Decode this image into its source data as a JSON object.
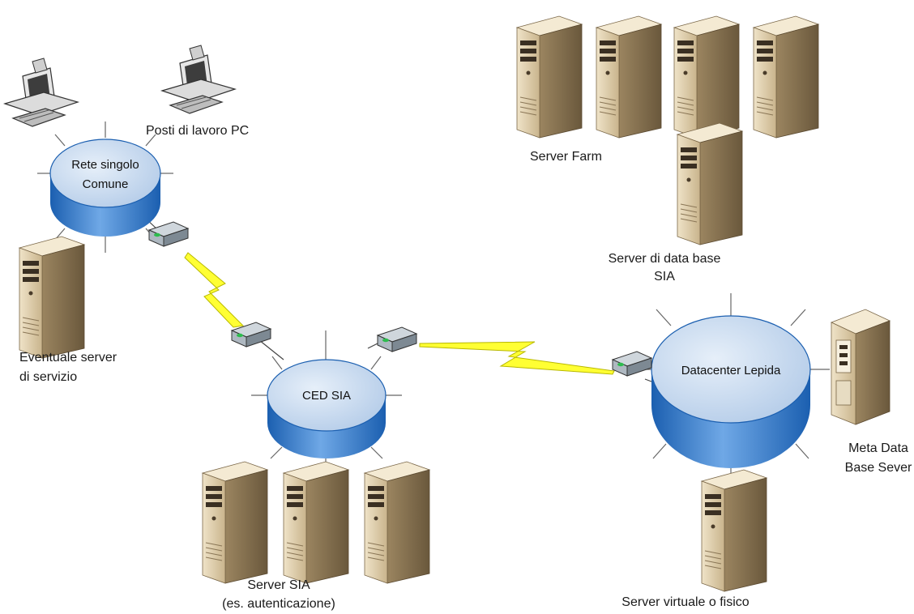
{
  "labels": {
    "posti_di_lavoro": "Posti di lavoro PC",
    "server_farm": "Server Farm",
    "server_db_line1": "Server di data base",
    "server_db_line2": "SIA",
    "eventuale_line1": "Eventuale server",
    "eventuale_line2": "di servizio",
    "server_sia_line1": "Server SIA",
    "server_sia_line2": "(es. autenticazione)",
    "meta_line1": "Meta Data",
    "meta_line2": "Base Sever",
    "server_virtuale": "Server virtuale o fisico"
  },
  "hubs": {
    "rete_line1": "Rete singolo",
    "rete_line2": "Comune",
    "ced": "CED SIA",
    "datacenter": "Datacenter Lepida"
  },
  "colors": {
    "hub_top": "#c7d9ef",
    "hub_side": "#2f7fd1",
    "server_body": "#d9c8a4",
    "server_dark": "#6b5a40",
    "lightning": "#ffff33"
  }
}
